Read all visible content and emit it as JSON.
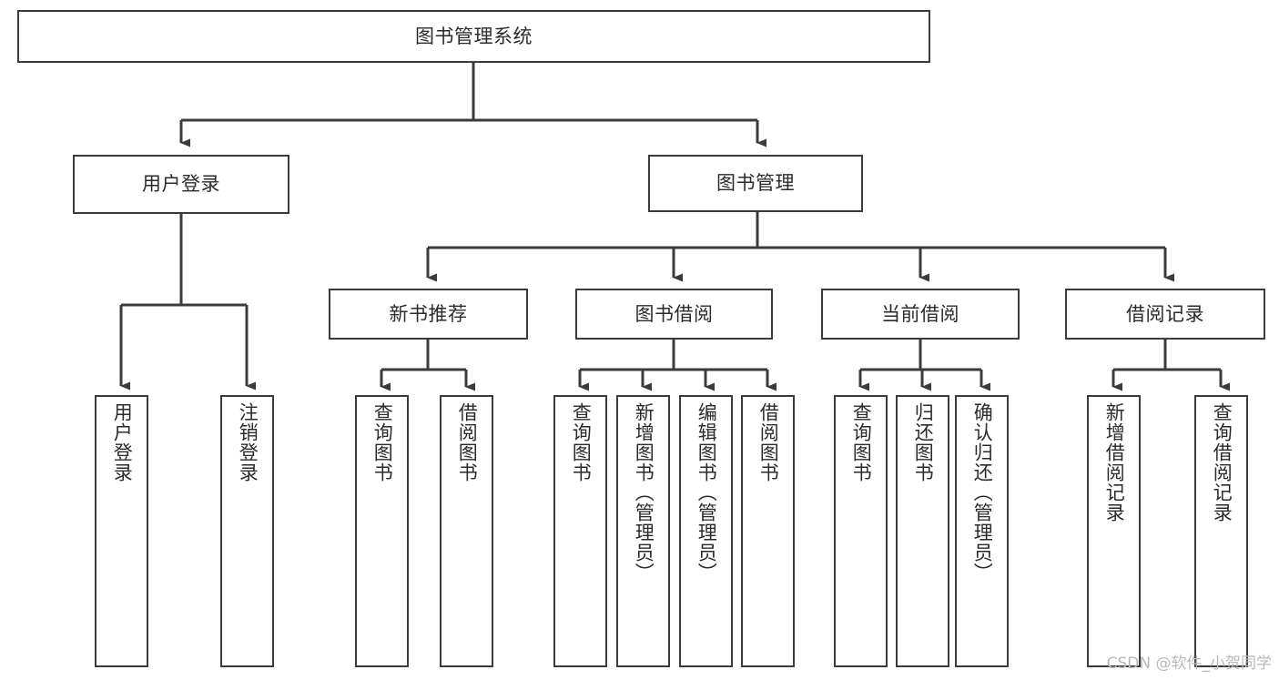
{
  "diagram": {
    "title": "图书管理系统",
    "type": "tree-hierarchy-chart",
    "colors": {
      "box_border": "#3b3b3b",
      "box_fill": "#ffffff",
      "edge": "#3b3b3b",
      "text": "#2b2b2b",
      "watermark": "#b9b9b9",
      "background": "#ffffff"
    }
  },
  "nodes": {
    "root": {
      "label": "图书管理系统"
    },
    "level2": [
      {
        "id": "user-login",
        "label": "用户登录"
      },
      {
        "id": "book-management",
        "label": "图书管理"
      }
    ],
    "level3": [
      {
        "id": "new-book-recommend",
        "label": "新书推荐"
      },
      {
        "id": "book-borrow",
        "label": "图书借阅"
      },
      {
        "id": "current-borrow",
        "label": "当前借阅"
      },
      {
        "id": "borrow-record",
        "label": "借阅记录"
      }
    ],
    "leaves": {
      "user_login": [
        {
          "id": "leaf-user-login",
          "label": "用户登录"
        },
        {
          "id": "leaf-logout-login",
          "label": "注销登录"
        }
      ],
      "new_book_recommend": [
        {
          "id": "leaf-query-book-1",
          "label": "查询图书"
        },
        {
          "id": "leaf-borrow-book-1",
          "label": "借阅图书"
        }
      ],
      "book_borrow": [
        {
          "id": "leaf-query-book-2",
          "label": "查询图书"
        },
        {
          "id": "leaf-add-book",
          "label": "新增图书（管理员）"
        },
        {
          "id": "leaf-edit-book",
          "label": "编辑图书（管理员）"
        },
        {
          "id": "leaf-borrow-book-2",
          "label": "借阅图书"
        }
      ],
      "current_borrow": [
        {
          "id": "leaf-query-book-3",
          "label": "查询图书"
        },
        {
          "id": "leaf-return-book",
          "label": "归还图书"
        },
        {
          "id": "leaf-confirm-return",
          "label": "确认归还（管理员）"
        }
      ],
      "borrow_record": [
        {
          "id": "leaf-add-borrow-record",
          "label": "新增借阅记录"
        },
        {
          "id": "leaf-query-borrow-record",
          "label": "查询借阅记录"
        }
      ]
    }
  },
  "watermark": {
    "text": "CSDN @软件_小贺同学"
  }
}
